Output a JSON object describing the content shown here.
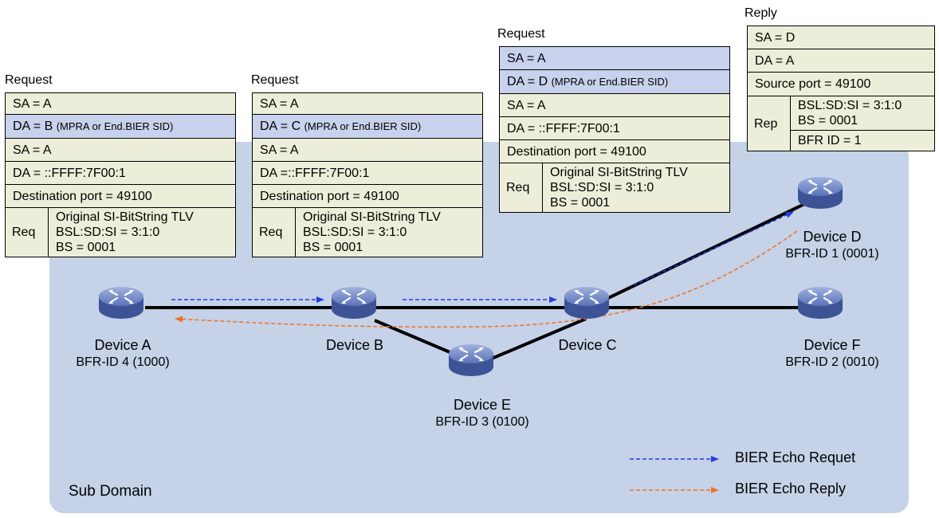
{
  "subdomain_label": "Sub Domain",
  "colors": {
    "request": "#1f3ee0",
    "reply": "#f07020",
    "link": "#000000"
  },
  "devices": {
    "a": {
      "name": "Device A",
      "id": "BFR-ID 4 (1000)"
    },
    "b": {
      "name": "Device B",
      "id": ""
    },
    "c": {
      "name": "Device C",
      "id": ""
    },
    "d": {
      "name": "Device D",
      "id": "BFR-ID 1 (0001)"
    },
    "e": {
      "name": "Device E",
      "id": "BFR-ID 3 (0100)"
    },
    "f": {
      "name": "Device F",
      "id": "BFR-ID 2 (0010)"
    }
  },
  "packet1": {
    "title": "Request",
    "rows": [
      "SA = A",
      "DA = B",
      "SA = A",
      "DA = ::FFFF:7F00:1",
      "Destination port = 49100"
    ],
    "da_note": "(MPRA or End.BIER SID)",
    "req_label": "Req",
    "tlv": [
      "Original SI-BitString TLV",
      "BSL:SD:SI = 3:1:0",
      "BS = 0001"
    ]
  },
  "packet2": {
    "title": "Request",
    "rows": [
      "SA = A",
      "DA = C",
      "SA = A",
      "DA =::FFFF:7F00:1",
      "Destination port = 49100"
    ],
    "da_note": "(MPRA or End.BIER SID)",
    "req_label": "Req",
    "tlv": [
      "Original SI-BitString TLV",
      "BSL:SD:SI = 3:1:0",
      "BS = 0001"
    ]
  },
  "packet3": {
    "title": "Request",
    "rows": [
      "SA = A",
      "DA = D",
      "SA = A",
      "DA = ::FFFF:7F00:1",
      "Destination port = 49100"
    ],
    "da_note": "(MPRA or End.BIER SID)",
    "req_label": "Req",
    "tlv": [
      "Original SI-BitString TLV",
      "BSL:SD:SI = 3:1:0",
      "BS = 0001"
    ]
  },
  "reply": {
    "title": "Reply",
    "rows": [
      "SA = D",
      "DA = A",
      "Source port = 49100"
    ],
    "rep_label": "Rep",
    "tlv": [
      "BSL:SD:SI = 3:1:0",
      "BS = 0001"
    ],
    "bfr_id": "BFR ID = 1"
  },
  "legend": {
    "request": "BIER Echo Requet",
    "reply": "BIER Echo Reply"
  }
}
